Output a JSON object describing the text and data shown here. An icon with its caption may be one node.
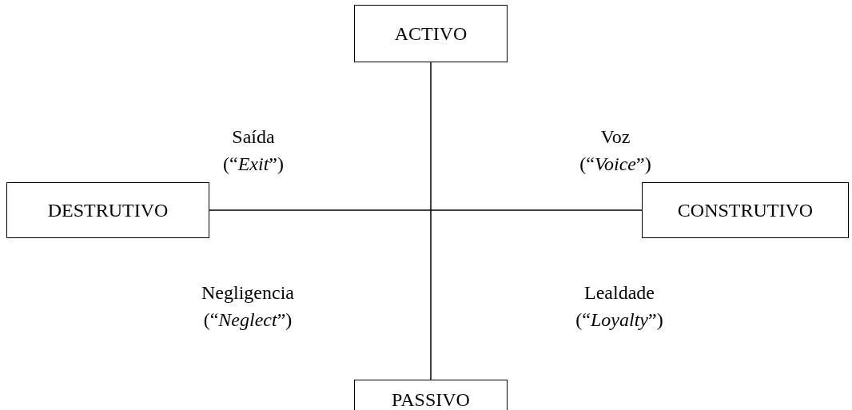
{
  "diagram": {
    "nodes": [
      {
        "text": [
          "ACTIVO"
        ]
      },
      {
        "text": [
          "DESTRUTIVO"
        ]
      },
      {
        "text": [
          "CONSTRUTIVO"
        ]
      },
      {
        "text": [
          "PASSIVO"
        ]
      }
    ],
    "edges": [
      {
        "from": 0,
        "to": 3,
        "arrow": "none"
      },
      {
        "from": 1,
        "to": 2,
        "arrow": "none"
      }
    ],
    "labels": [
      "Saída (“*Exit*”)",
      "Voz (“*Voice*”)",
      "Negligencia (“*Neglect*”)",
      "Lealdade (“*Loyalty*”)"
    ]
  }
}
